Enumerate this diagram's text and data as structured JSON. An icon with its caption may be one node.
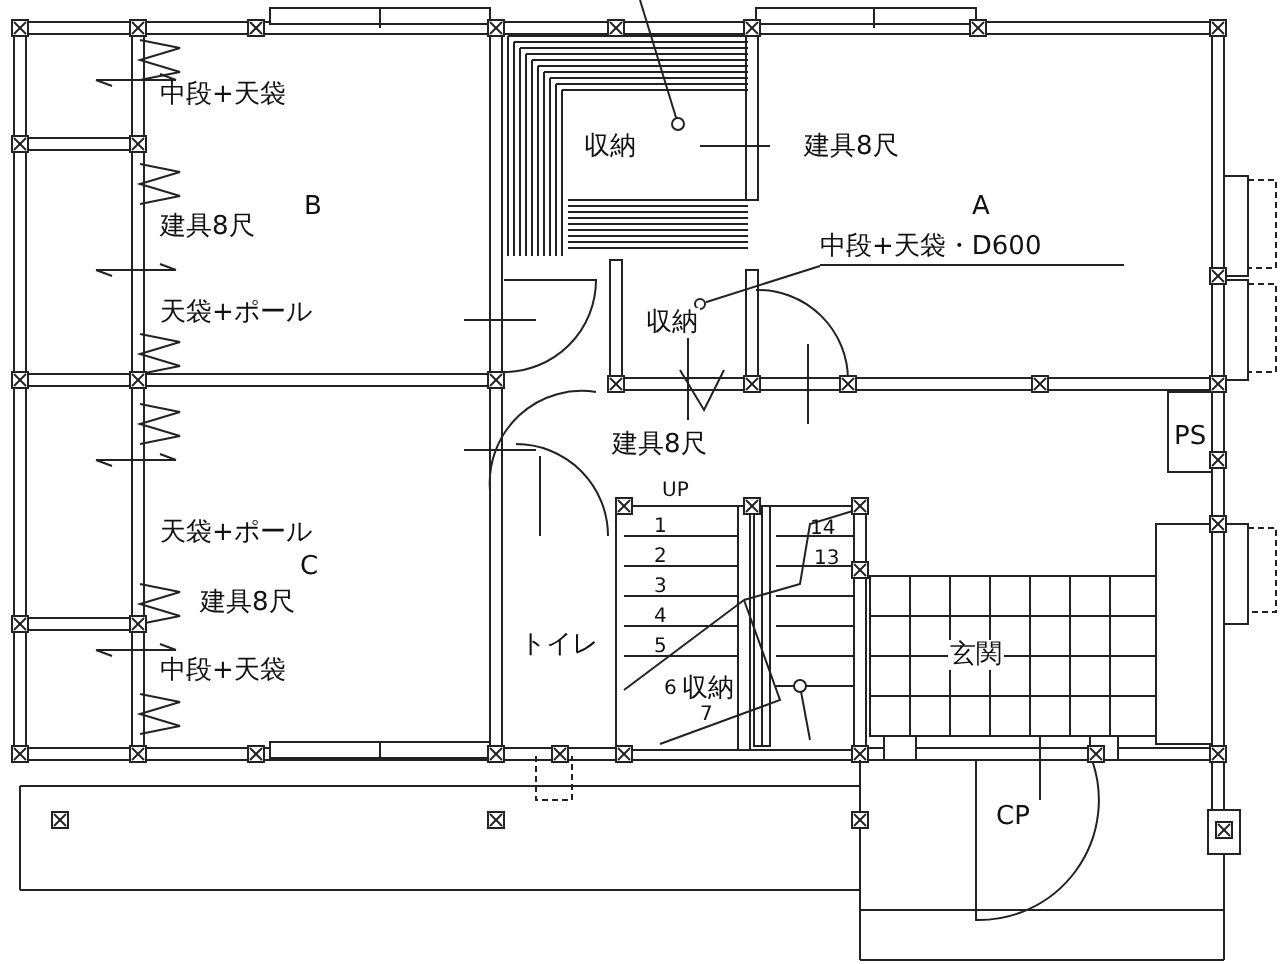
{
  "diagram": {
    "nodes": [
      {
        "text": [
          "中段+天袋・D600"
        ]
      },
      {
        "text": [],
        "shape": "circle"
      }
    ],
    "edges": [
      {
        "from": 0,
        "to": 1,
        "arrow": "none"
      }
    ],
    "labels": [
      "中段+天袋",
      "収納",
      "建具8尺",
      "B",
      "A",
      "建具8尺",
      "天袋+ポール",
      "収納",
      "建具8尺",
      "PS",
      "UP",
      "天袋+ポール",
      "1",
      "14",
      "2",
      "13",
      "C",
      "建具8尺",
      "3",
      "4",
      "トイレ",
      "5",
      "玄関",
      "中段+天袋",
      "6",
      "収納",
      "7",
      "CP"
    ]
  }
}
